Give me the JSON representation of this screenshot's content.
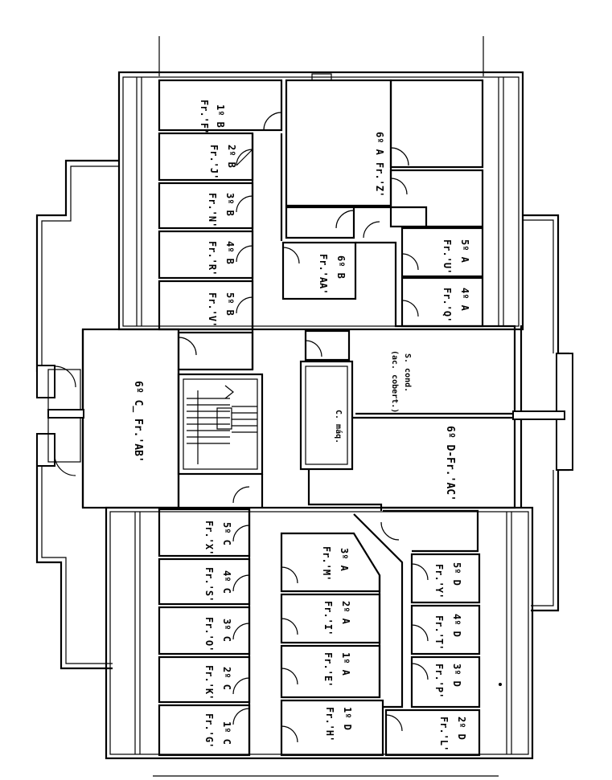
{
  "units": [
    {
      "id": "b1",
      "level": "1º B",
      "fraction": "Fr.'F'"
    },
    {
      "id": "b2",
      "level": "2º B",
      "fraction": "Fr.'J'"
    },
    {
      "id": "b3",
      "level": "3º B",
      "fraction": "Fr.'N'"
    },
    {
      "id": "b4",
      "level": "4º B",
      "fraction": "Fr.'R'"
    },
    {
      "id": "b5",
      "level": "5º B",
      "fraction": "Fr.'V'"
    },
    {
      "id": "a6",
      "level": "6º A",
      "fraction": "Fr.'Z'"
    },
    {
      "id": "b6",
      "level": "6º B",
      "fraction": "Fr.'AA'"
    },
    {
      "id": "a5",
      "level": "5º A",
      "fraction": "Fr.'U'"
    },
    {
      "id": "a4",
      "level": "4º A",
      "fraction": "Fr.'Q'"
    },
    {
      "id": "c6",
      "level": "6º C",
      "fraction": "Fr.'AB'"
    },
    {
      "id": "d6",
      "level": "6º D",
      "fraction": "Fr.'AC'"
    },
    {
      "id": "c5",
      "level": "5º C",
      "fraction": "Fr.'X'"
    },
    {
      "id": "c4",
      "level": "4º C",
      "fraction": "Fr.'S'"
    },
    {
      "id": "c3",
      "level": "3º C",
      "fraction": "Fr.'O'"
    },
    {
      "id": "c2",
      "level": "2º C",
      "fraction": "Fr.'K'"
    },
    {
      "id": "c1",
      "level": "1º C",
      "fraction": "Fr.'G'"
    },
    {
      "id": "a3",
      "level": "3º A",
      "fraction": "Fr.'M'"
    },
    {
      "id": "a2",
      "level": "2º A",
      "fraction": "Fr.'I'"
    },
    {
      "id": "a1",
      "level": "1º A",
      "fraction": "Fr.'E'"
    },
    {
      "id": "d1",
      "level": "1º D",
      "fraction": "Fr.'H'"
    },
    {
      "id": "d5",
      "level": "5º D",
      "fraction": "Fr.'Y'"
    },
    {
      "id": "d4",
      "level": "4º D",
      "fraction": "Fr.'T'"
    },
    {
      "id": "d3",
      "level": "3º D",
      "fraction": "Fr.'P'"
    },
    {
      "id": "d2",
      "level": "2º D",
      "fraction": "Fr.'L'"
    }
  ],
  "rooms": {
    "s_cond_line1": "S. cond.",
    "s_cond_line2": "(ac. cobert.)",
    "c_maq": "C. máq."
  }
}
